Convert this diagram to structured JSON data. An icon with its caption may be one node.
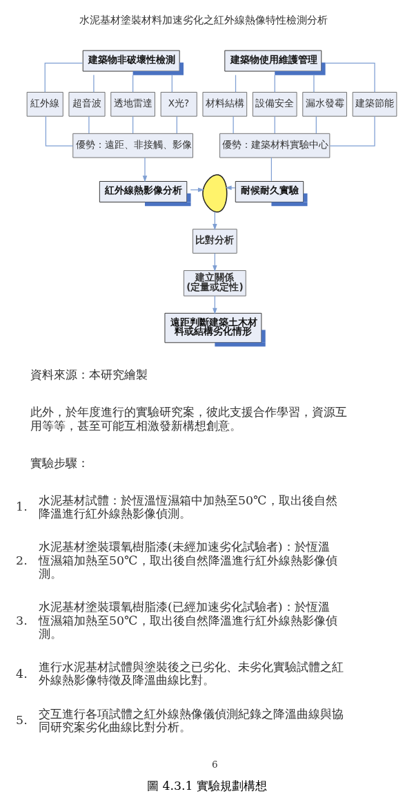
{
  "diagram": {
    "caption": "圖 4.3.1 實驗規劃構想",
    "nodes": [
      {
        "text": [
          "建築物非破壞性檢測"
        ]
      },
      {
        "text": [
          "紅外線"
        ]
      },
      {
        "text": [
          "超音波"
        ]
      },
      {
        "text": [
          "透地雷達"
        ]
      },
      {
        "text": [
          "X光?"
        ]
      },
      {
        "text": [
          "優勢：遠距、非接觸、影像"
        ]
      },
      {
        "text": [
          "紅外線熱影像分析"
        ]
      },
      {
        "text": [
          "建築物使用維護管理"
        ]
      },
      {
        "text": [
          "材料結構"
        ]
      },
      {
        "text": [
          "設備安全"
        ]
      },
      {
        "text": [
          "漏水發霉"
        ]
      },
      {
        "text": [
          "建築節能"
        ]
      },
      {
        "text": [
          "優勢：建築材料實驗中心"
        ]
      },
      {
        "text": [
          "耐候耐久實驗"
        ]
      },
      {
        "text": [],
        "shape": "picture"
      },
      {
        "text": [
          "比對分析"
        ]
      },
      {
        "text": [
          "建立關係 (定量或定性)"
        ]
      },
      {
        "text": [
          "遠距判斷建築土木材料或結構劣化情形"
        ]
      }
    ],
    "edges": [
      {
        "from": 0,
        "to": 1,
        "arrow": "none"
      },
      {
        "from": 0,
        "to": 2,
        "arrow": "none"
      },
      {
        "from": 0,
        "to": 3,
        "arrow": "none"
      },
      {
        "from": 0,
        "to": 4,
        "arrow": "none"
      },
      {
        "from": 1,
        "to": 5,
        "arrow": "none"
      },
      {
        "from": 2,
        "to": 5,
        "arrow": "none"
      },
      {
        "from": 3,
        "to": 5,
        "arrow": "none"
      },
      {
        "from": 4,
        "to": 5,
        "arrow": "none"
      },
      {
        "from": 5,
        "to": 6,
        "arrow": "to"
      },
      {
        "from": 7,
        "to": 8,
        "arrow": "none"
      },
      {
        "from": 7,
        "to": 9,
        "arrow": "none"
      },
      {
        "from": 7,
        "to": 10,
        "arrow": "none"
      },
      {
        "from": 7,
        "to": 11,
        "arrow": "none"
      },
      {
        "from": 8,
        "to": 12,
        "arrow": "none"
      },
      {
        "from": 9,
        "to": 12,
        "arrow": "none"
      },
      {
        "from": 10,
        "to": 12,
        "arrow": "none"
      },
      {
        "from": 11,
        "to": 12,
        "arrow": "none"
      },
      {
        "from": 12,
        "to": 13,
        "arrow": "none"
      },
      {
        "from": 6,
        "to": 14,
        "arrow": "to"
      },
      {
        "from": 13,
        "to": 14,
        "arrow": "to"
      },
      {
        "from": 14,
        "to": 15,
        "arrow": "to"
      },
      {
        "from": 15,
        "to": 16,
        "arrow": "to"
      },
      {
        "from": 16,
        "to": 17,
        "arrow": "to"
      }
    ],
    "labels": [
      "水泥基材塗裝材料加速劣化之紅外線熱像特性檢測分析",
      "資料來源：本研究繪製",
      "此外，於年度進行的實驗研究案，彼此支援合作學習，資源互用等等，甚至可能互相激發新構想創意。",
      "實驗步驟：",
      "1.",
      "水泥基材試體：於恆溫恆濕箱中加熱至50℃，取出後自然降溫進行紅外線熱影像偵測。",
      "2.",
      "水泥基材塗裝環氧樹脂漆(未經加速劣化試驗者)：於恆溫恆濕箱加熱至50℃，取出後自然降溫進行紅外線熱影像偵測。",
      "3.",
      "水泥基材塗裝環氧樹脂漆(已經加速劣化試驗者)：於恆溫恆濕箱加熱至50℃，取出後自然降溫進行紅外線熱影像偵測。",
      "4.",
      "進行水泥基材試體與塗裝後之已劣化、未劣化實驗試體之紅外線熱影像特徵及降溫曲線比對。",
      "5.",
      "交互進行各項試體之紅外線熱像儀偵測紀錄之降溫曲線與協同研究案劣化曲線比對分析。",
      "6"
    ]
  }
}
